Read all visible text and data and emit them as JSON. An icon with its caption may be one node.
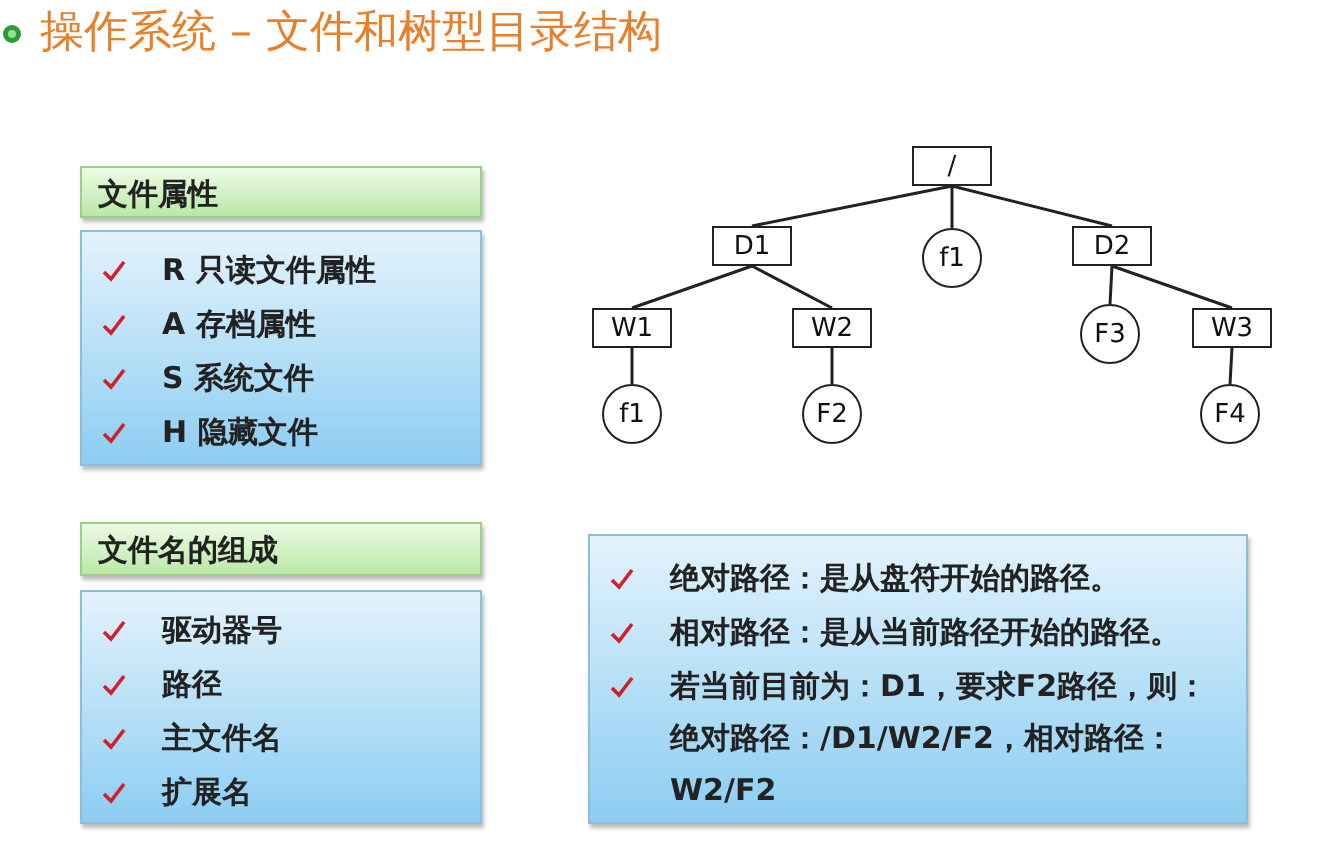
{
  "diagram": {
    "title": "操作系统 – 文件和树型目录结构",
    "nodes": [
      {
        "text": [
          "/"
        ]
      },
      {
        "text": [
          "D1"
        ]
      },
      {
        "text": [
          "f1"
        ]
      },
      {
        "text": [
          "D2"
        ]
      },
      {
        "text": [
          "W1"
        ]
      },
      {
        "text": [
          "W2"
        ]
      },
      {
        "text": [
          "F3"
        ]
      },
      {
        "text": [
          "W3"
        ]
      },
      {
        "text": [
          "f1"
        ]
      },
      {
        "text": [
          "F2"
        ]
      },
      {
        "text": [
          "F4"
        ]
      },
      {
        "text": [
          "文件属性"
        ]
      },
      {
        "text": [
          "R 只读文件属性",
          "A 存档属性",
          "S 系统文件",
          "H 隐藏文件"
        ]
      },
      {
        "text": [
          "文件名的组成"
        ]
      },
      {
        "text": [
          "驱动器号",
          "路径",
          "主文件名",
          "扩展名"
        ]
      },
      {
        "text": [
          "绝对路径：是从盘符开始的路径。",
          "相对路径：是从当前路径开始的路径。",
          "若当前目前为：D1，要求F2路径，则：绝对路径：/D1/W2/F2，相对路径：W2/F2"
        ]
      }
    ],
    "edges": [
      {
        "from": 0,
        "to": 1,
        "arrow": "none"
      },
      {
        "from": 0,
        "to": 2,
        "arrow": "none"
      },
      {
        "from": 0,
        "to": 3,
        "arrow": "none"
      },
      {
        "from": 1,
        "to": 4,
        "arrow": "none"
      },
      {
        "from": 1,
        "to": 5,
        "arrow": "none"
      },
      {
        "from": 3,
        "to": 6,
        "arrow": "none"
      },
      {
        "from": 3,
        "to": 7,
        "arrow": "none"
      },
      {
        "from": 4,
        "to": 8,
        "arrow": "none"
      },
      {
        "from": 5,
        "to": 9,
        "arrow": "none"
      },
      {
        "from": 7,
        "to": 10,
        "arrow": "none"
      }
    ]
  }
}
